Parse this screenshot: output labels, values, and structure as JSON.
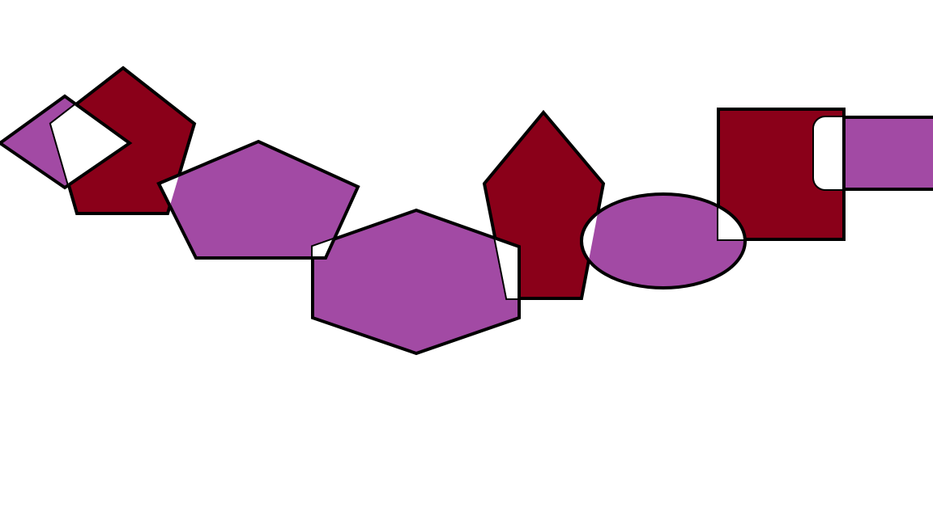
{
  "colors": {
    "background": "#ffffff",
    "dark_red": "#8a0019",
    "purple": "#a24aa4",
    "stroke": "#000000"
  },
  "shapes": [
    {
      "name": "purple-square-left",
      "kind": "rotated-square",
      "color": "purple"
    },
    {
      "name": "dark-red-pentagon-left",
      "kind": "pentagon",
      "color": "dark_red"
    },
    {
      "name": "purple-pentagon",
      "kind": "pentagon",
      "color": "purple"
    },
    {
      "name": "purple-hexagon",
      "kind": "hexagon",
      "color": "purple"
    },
    {
      "name": "dark-red-pentagon-center",
      "kind": "pentagon",
      "color": "dark_red"
    },
    {
      "name": "purple-ellipse",
      "kind": "ellipse",
      "color": "purple"
    },
    {
      "name": "dark-red-square",
      "kind": "square",
      "color": "dark_red"
    },
    {
      "name": "purple-rounded-rect",
      "kind": "rounded-rectangle",
      "color": "purple"
    }
  ]
}
